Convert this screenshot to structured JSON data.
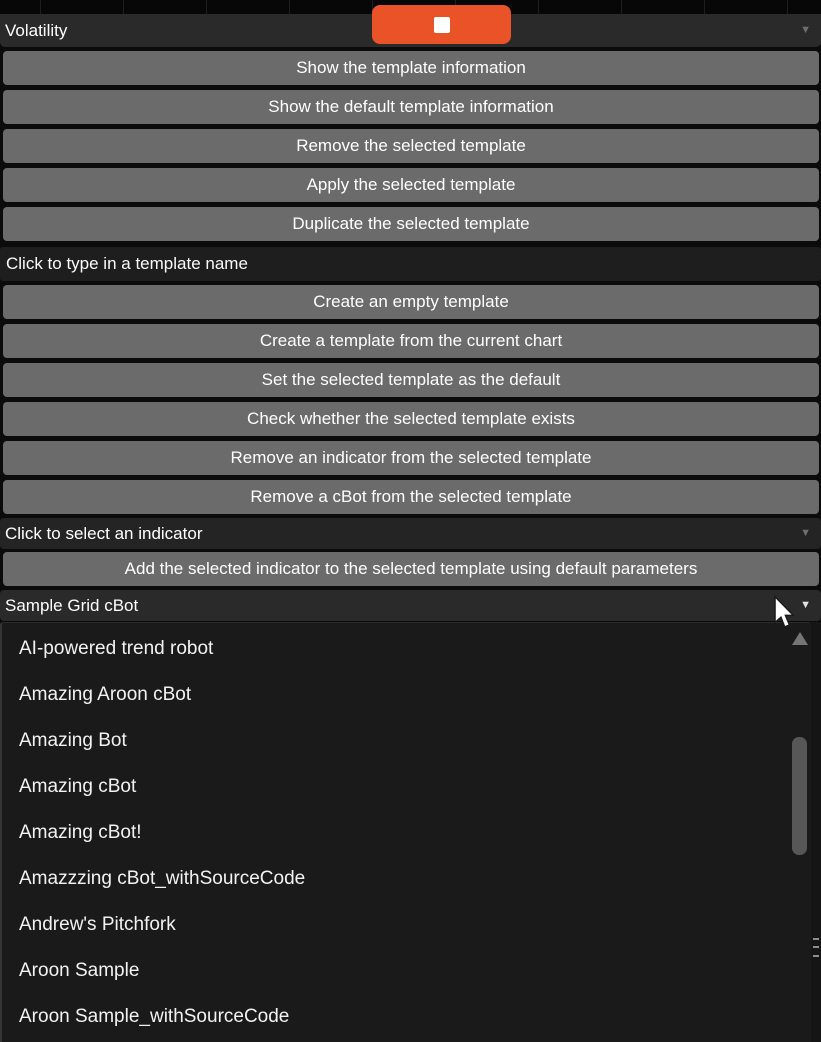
{
  "colors": {
    "accent_orange": "#EA5328",
    "button_gray": "#6B6B6B",
    "combo_dark": "#2A2A2A",
    "dropdown_bg": "#1A1A1A",
    "text": "#FFFFFF"
  },
  "icons": {
    "stop": "stop-square",
    "chevron_down": "▼",
    "scroll_up": "▲"
  },
  "header": {
    "volatility_combo_value": "Volatility"
  },
  "template_actions_top": [
    "Show the template information",
    "Show the default template information",
    "Remove the selected template",
    "Apply the selected template",
    "Duplicate the selected template"
  ],
  "template_name_input": {
    "placeholder": "Click to type in a template name"
  },
  "template_actions_mid": [
    "Create an empty template",
    "Create a template from the current chart",
    "Set the selected template as the default",
    "Check whether the selected template exists",
    "Remove an indicator from the selected template",
    "Remove a cBot from the selected template"
  ],
  "indicator_combo": {
    "value": "Click to select an indicator"
  },
  "add_indicator_button": {
    "label": "Add the selected indicator to the selected template using default parameters"
  },
  "cbot_combo": {
    "value": "Sample Grid cBot"
  },
  "cbot_dropdown": {
    "items": [
      "AI-powered trend robot",
      "Amazing Aroon cBot",
      "Amazing Bot",
      "Amazing cBot",
      "Amazing cBot!",
      "Amazzzing cBot_withSourceCode",
      "Andrew's Pitchfork",
      "Aroon Sample",
      "Aroon Sample_withSourceCode"
    ]
  }
}
